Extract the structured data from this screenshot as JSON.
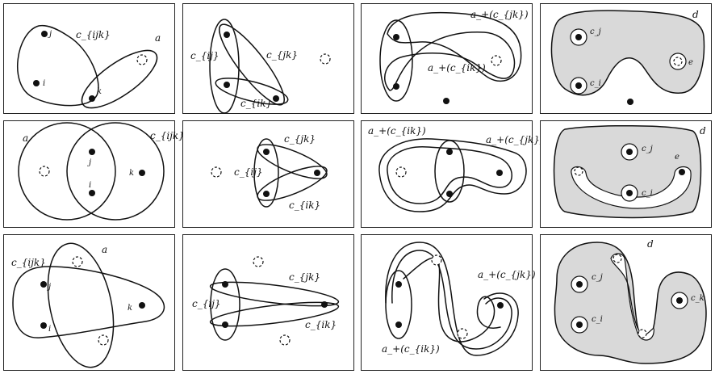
{
  "labels": {
    "a": "a",
    "d": "d",
    "e": "e",
    "i": "i",
    "j": "j",
    "k": "k",
    "c_ijk": "c_{ijk}",
    "c_ij": "c_{ij}",
    "c_jk": "c_{jk}",
    "c_ik": "c_{ik}",
    "c_i": "c_i",
    "c_j": "c_j",
    "c_k": "c_k",
    "a_plus_c_jk": "a_+(c_{jk})",
    "a_plus_c_ik": "a_+(c_{ik})"
  },
  "colors": {
    "ink": "#111111",
    "shaded_region": "#d9d9d9",
    "background": "#ffffff"
  }
}
